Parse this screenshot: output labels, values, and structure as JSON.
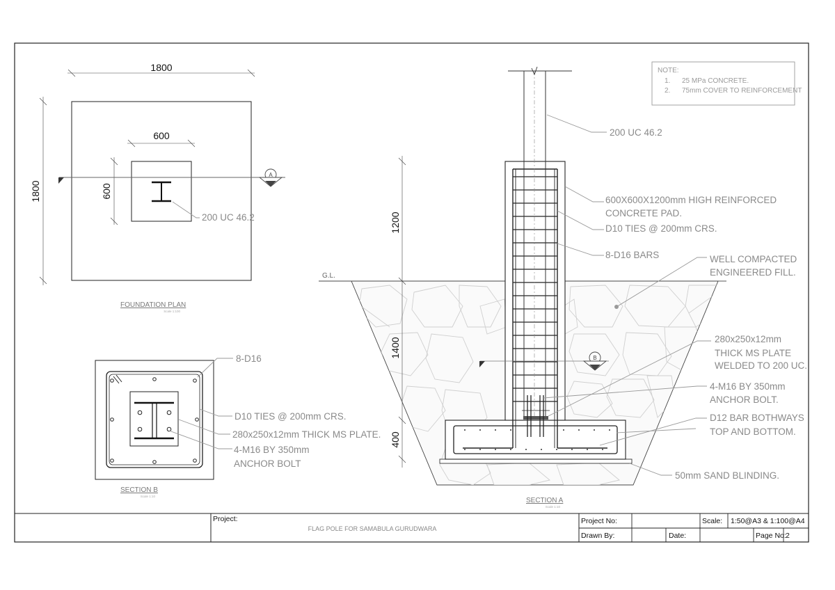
{
  "dimensions": {
    "plan_width": "1800",
    "plan_height": "1800",
    "pad_width": "600",
    "pad_height": "600",
    "sec_a_above": "1200",
    "sec_a_below": "1400",
    "sec_a_base": "400"
  },
  "plan": {
    "title": "FOUNDATION PLAN",
    "scale": "Scale 1:100",
    "section_marker": "A",
    "column_label": "200 UC 46.2"
  },
  "section_b": {
    "title": "SECTION B",
    "scale": "Scale 1:10",
    "labels": {
      "bars": "8-D16",
      "ties": "D10 TIES @ 200mm CRS.",
      "plate": "280x250x12mm THICK MS PLATE.",
      "bolt_1": "4-M16 BY 350mm",
      "bolt_2": "ANCHOR BOLT"
    }
  },
  "section_a": {
    "title": "SECTION A",
    "scale": "Scale 1:10",
    "ground_level": "G.L.",
    "section_marker": "B",
    "labels": {
      "column": "200 UC 46.2",
      "pad_1": "600X600X1200mm HIGH REINFORCED",
      "pad_2": "CONCRETE PAD.",
      "ties": "D10 TIES @ 200mm CRS.",
      "bars": "8-D16 BARS",
      "fill_1": "WELL COMPACTED",
      "fill_2": "ENGINEERED FILL.",
      "plate_1": "280x250x12mm",
      "plate_2": "THICK MS PLATE",
      "plate_3": "WELDED TO 200 UC.",
      "bolt_1": "4-M16 BY 350mm",
      "bolt_2": "ANCHOR BOLT.",
      "bothways_1": "D12 BAR BOTHWAYS",
      "bothways_2": "TOP AND BOTTOM.",
      "sand": "50mm SAND BLINDING."
    }
  },
  "notes": {
    "heading": "NOTE:",
    "items": [
      {
        "num": "1.",
        "text": "25 MPa CONCRETE."
      },
      {
        "num": "2.",
        "text": "75mm COVER TO REINFORCEMENT"
      }
    ]
  },
  "title_block": {
    "project_label": "Project:",
    "project_name": "FLAG POLE FOR SAMABULA GURUDWARA",
    "project_no_label": "Project No:",
    "project_no": "",
    "drawn_by_label": "Drawn By:",
    "drawn_by": "",
    "date_label": "Date:",
    "date": "",
    "scale_label": "Scale:",
    "scale_value": "1:50@A3 & 1:100@A4",
    "page_no_label": "Page No:",
    "page_no": "2"
  }
}
